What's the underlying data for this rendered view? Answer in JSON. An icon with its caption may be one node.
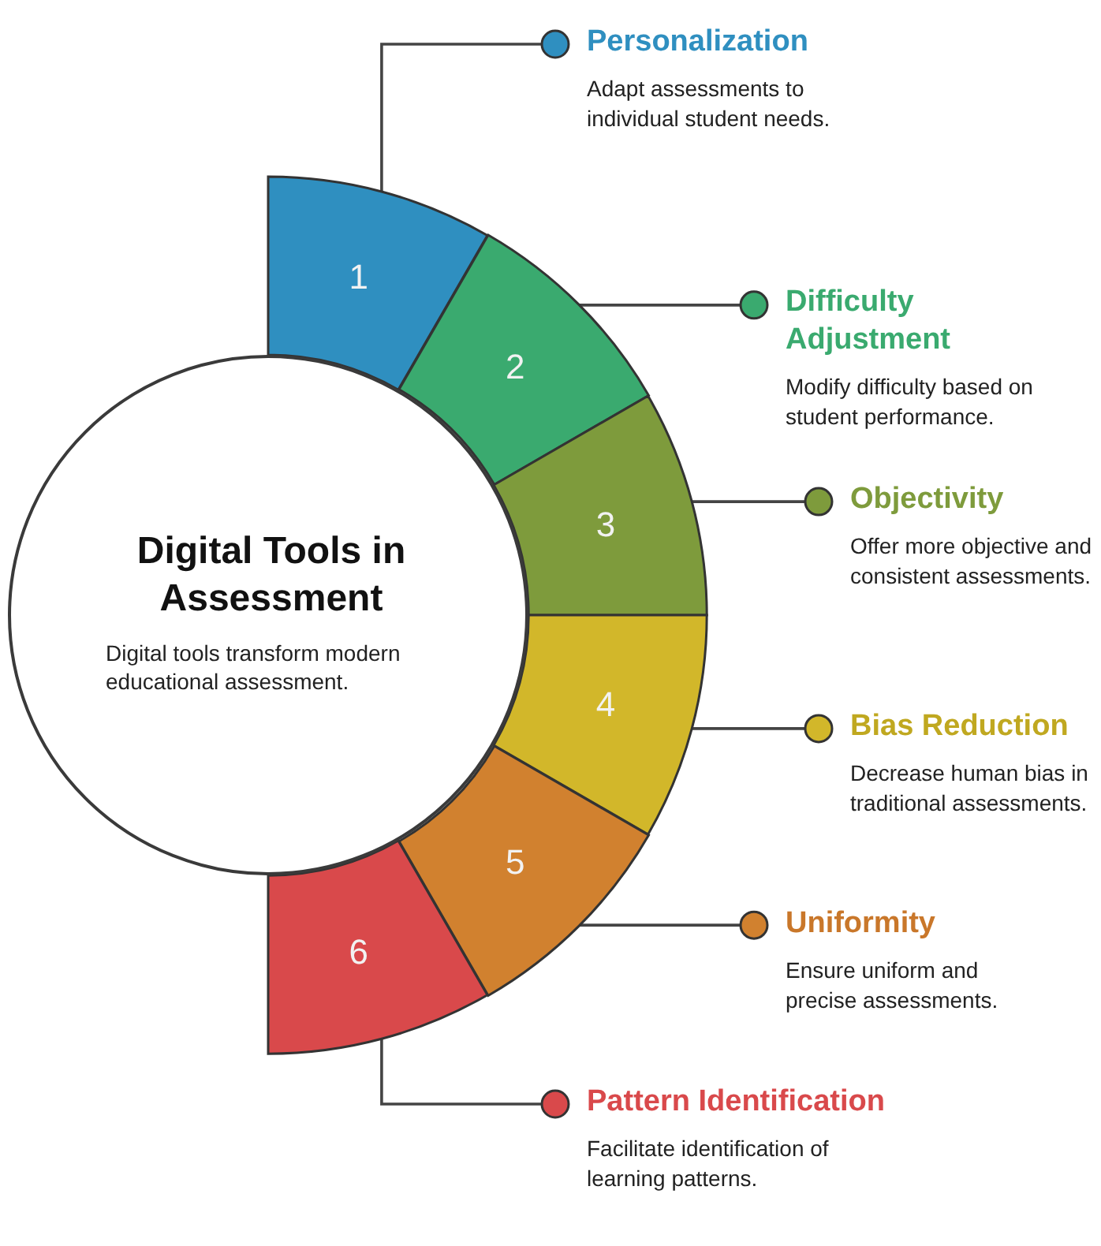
{
  "diagram": {
    "nodes": [
      {
        "text": [
          "Digital Tools in Assessment",
          "Digital tools transform modern educational assessment."
        ]
      },
      {
        "text": [
          "1"
        ]
      },
      {
        "text": [
          "2"
        ]
      },
      {
        "text": [
          "3"
        ]
      },
      {
        "text": [
          "4"
        ]
      },
      {
        "text": [
          "5"
        ]
      },
      {
        "text": [
          "6"
        ]
      },
      {
        "text": [
          "Personalization",
          "Adapt assessments to individual student needs."
        ]
      },
      {
        "text": [
          "Difficulty Adjustment",
          "Modify difficulty based on student performance."
        ]
      },
      {
        "text": [
          "Objectivity",
          "Offer more objective and consistent assessments."
        ]
      },
      {
        "text": [
          "Bias Reduction",
          "Decrease human bias in traditional assessments."
        ]
      },
      {
        "text": [
          "Uniformity",
          "Ensure uniform and precise assessments."
        ]
      },
      {
        "text": [
          "Pattern Identification",
          "Facilitate identification of learning patterns."
        ]
      }
    ],
    "edges": [
      {
        "from": 1,
        "to": 7,
        "arrow": "other"
      },
      {
        "from": 2,
        "to": 8,
        "arrow": "other"
      },
      {
        "from": 3,
        "to": 9,
        "arrow": "other"
      },
      {
        "from": 4,
        "to": 10,
        "arrow": "other"
      },
      {
        "from": 5,
        "to": 11,
        "arrow": "other"
      },
      {
        "from": 6,
        "to": 12,
        "arrow": "other"
      }
    ]
  }
}
